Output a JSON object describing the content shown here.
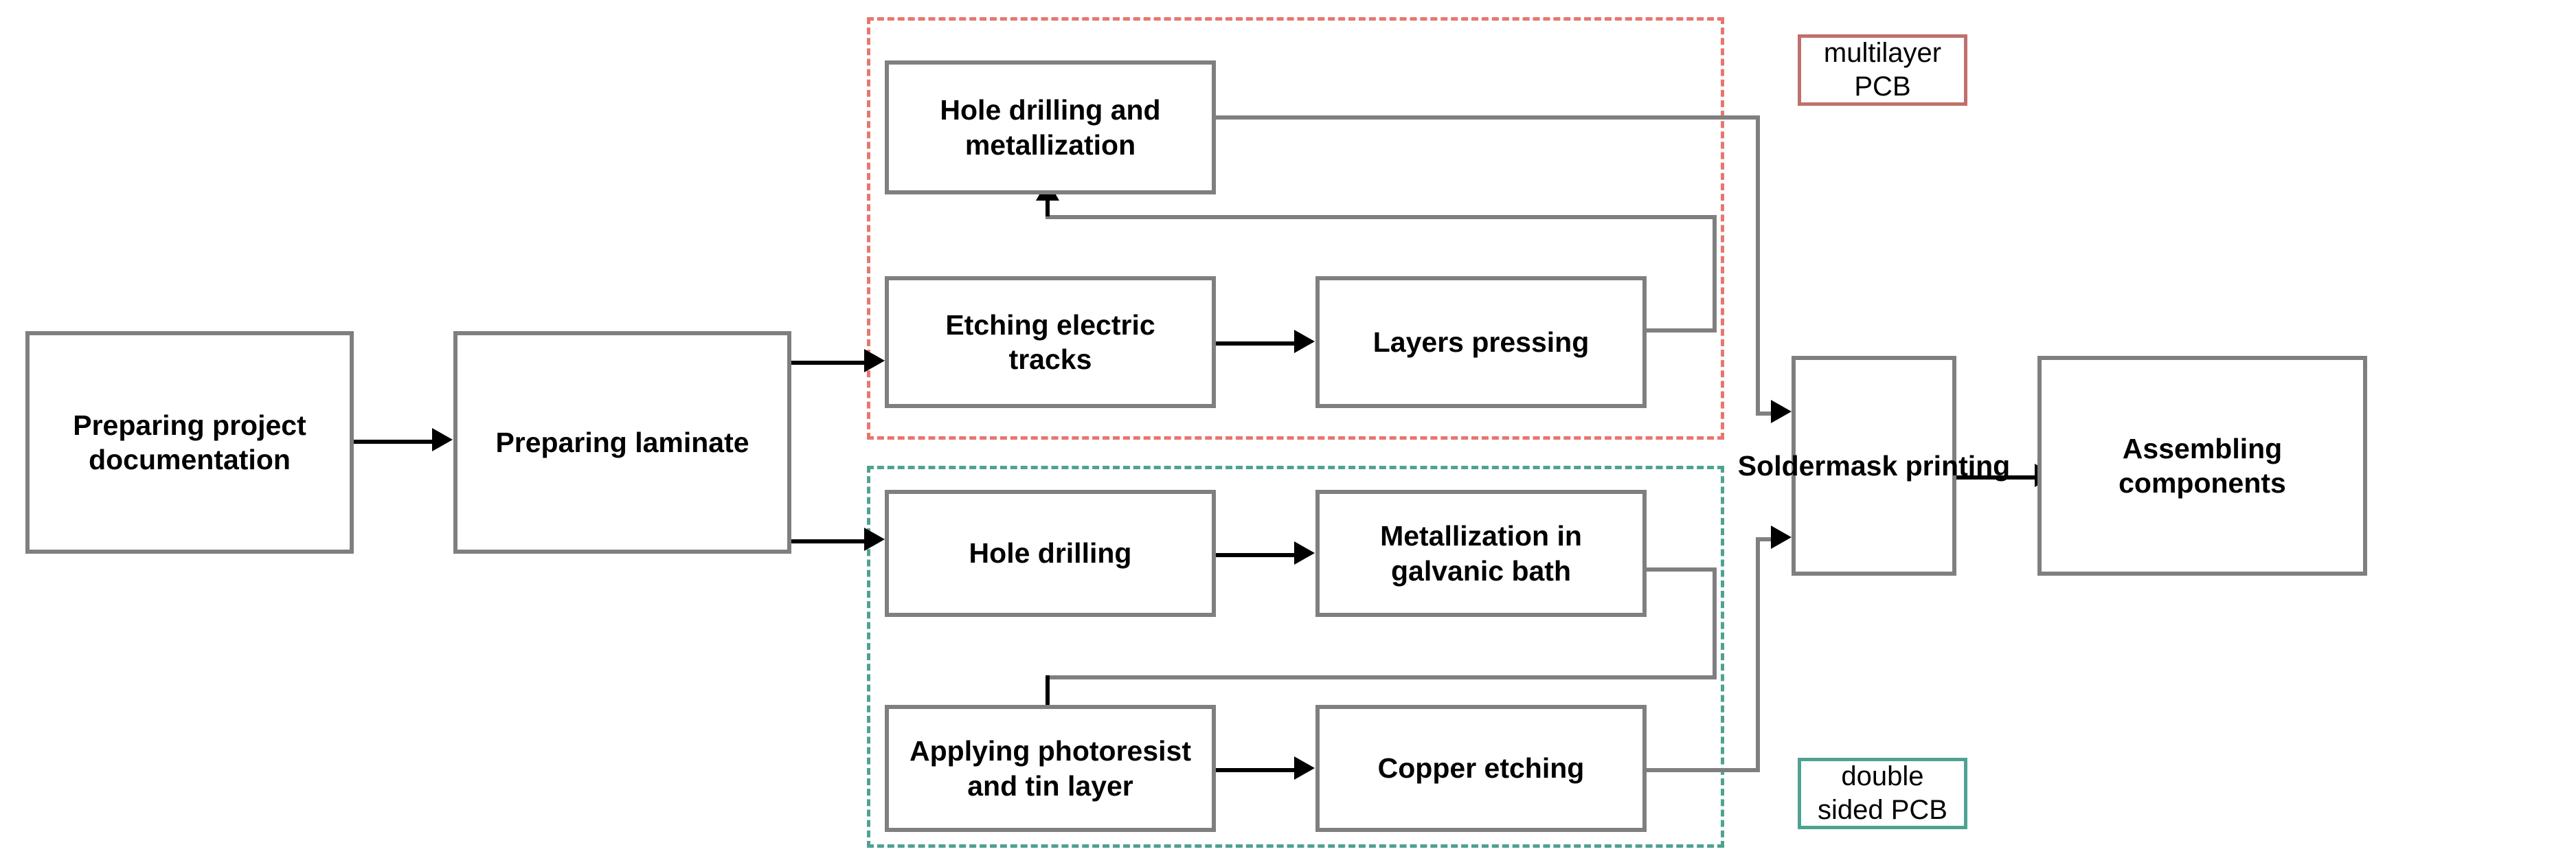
{
  "diagram": {
    "title": "PCB manufacturing process flowchart",
    "colors": {
      "node_border": "#7f7f7f",
      "connector": "#000000",
      "multilayer_region": "#e8766e",
      "doublesided_region": "#4fa292",
      "background": "#ffffff"
    },
    "nodes": [
      {
        "id": "prep-doc",
        "label": "Preparing project\ndocumentation"
      },
      {
        "id": "prep-laminate",
        "label": "Preparing laminate"
      },
      {
        "id": "hole-drill-met",
        "label": "Hole drilling and\nmetallization"
      },
      {
        "id": "etching-tracks",
        "label": "Etching electric\ntracks"
      },
      {
        "id": "layers-pressing",
        "label": "Layers pressing"
      },
      {
        "id": "hole-drilling",
        "label": "Hole drilling"
      },
      {
        "id": "metal-galvanic",
        "label": "Metallization in\ngalvanic bath"
      },
      {
        "id": "photoresist-tin",
        "label": "Applying photoresist\nand tin layer"
      },
      {
        "id": "copper-etching",
        "label": "Copper etching"
      },
      {
        "id": "soldermask",
        "label": "Soldermask printing"
      },
      {
        "id": "assembling",
        "label": "Assembling\ncomponents"
      }
    ],
    "legends": [
      {
        "id": "legend-multilayer",
        "label": "multilayer\nPCB"
      },
      {
        "id": "legend-doublesided",
        "label": "double\nsided PCB"
      }
    ],
    "edges": [
      {
        "from": "prep-doc",
        "to": "prep-laminate"
      },
      {
        "from": "prep-laminate",
        "to": "etching-tracks"
      },
      {
        "from": "prep-laminate",
        "to": "hole-drilling"
      },
      {
        "from": "etching-tracks",
        "to": "layers-pressing"
      },
      {
        "from": "layers-pressing",
        "to": "hole-drill-met"
      },
      {
        "from": "hole-drill-met",
        "to": "soldermask"
      },
      {
        "from": "hole-drilling",
        "to": "metal-galvanic"
      },
      {
        "from": "metal-galvanic",
        "to": "photoresist-tin"
      },
      {
        "from": "photoresist-tin",
        "to": "copper-etching"
      },
      {
        "from": "copper-etching",
        "to": "soldermask"
      },
      {
        "from": "soldermask",
        "to": "assembling"
      }
    ]
  }
}
